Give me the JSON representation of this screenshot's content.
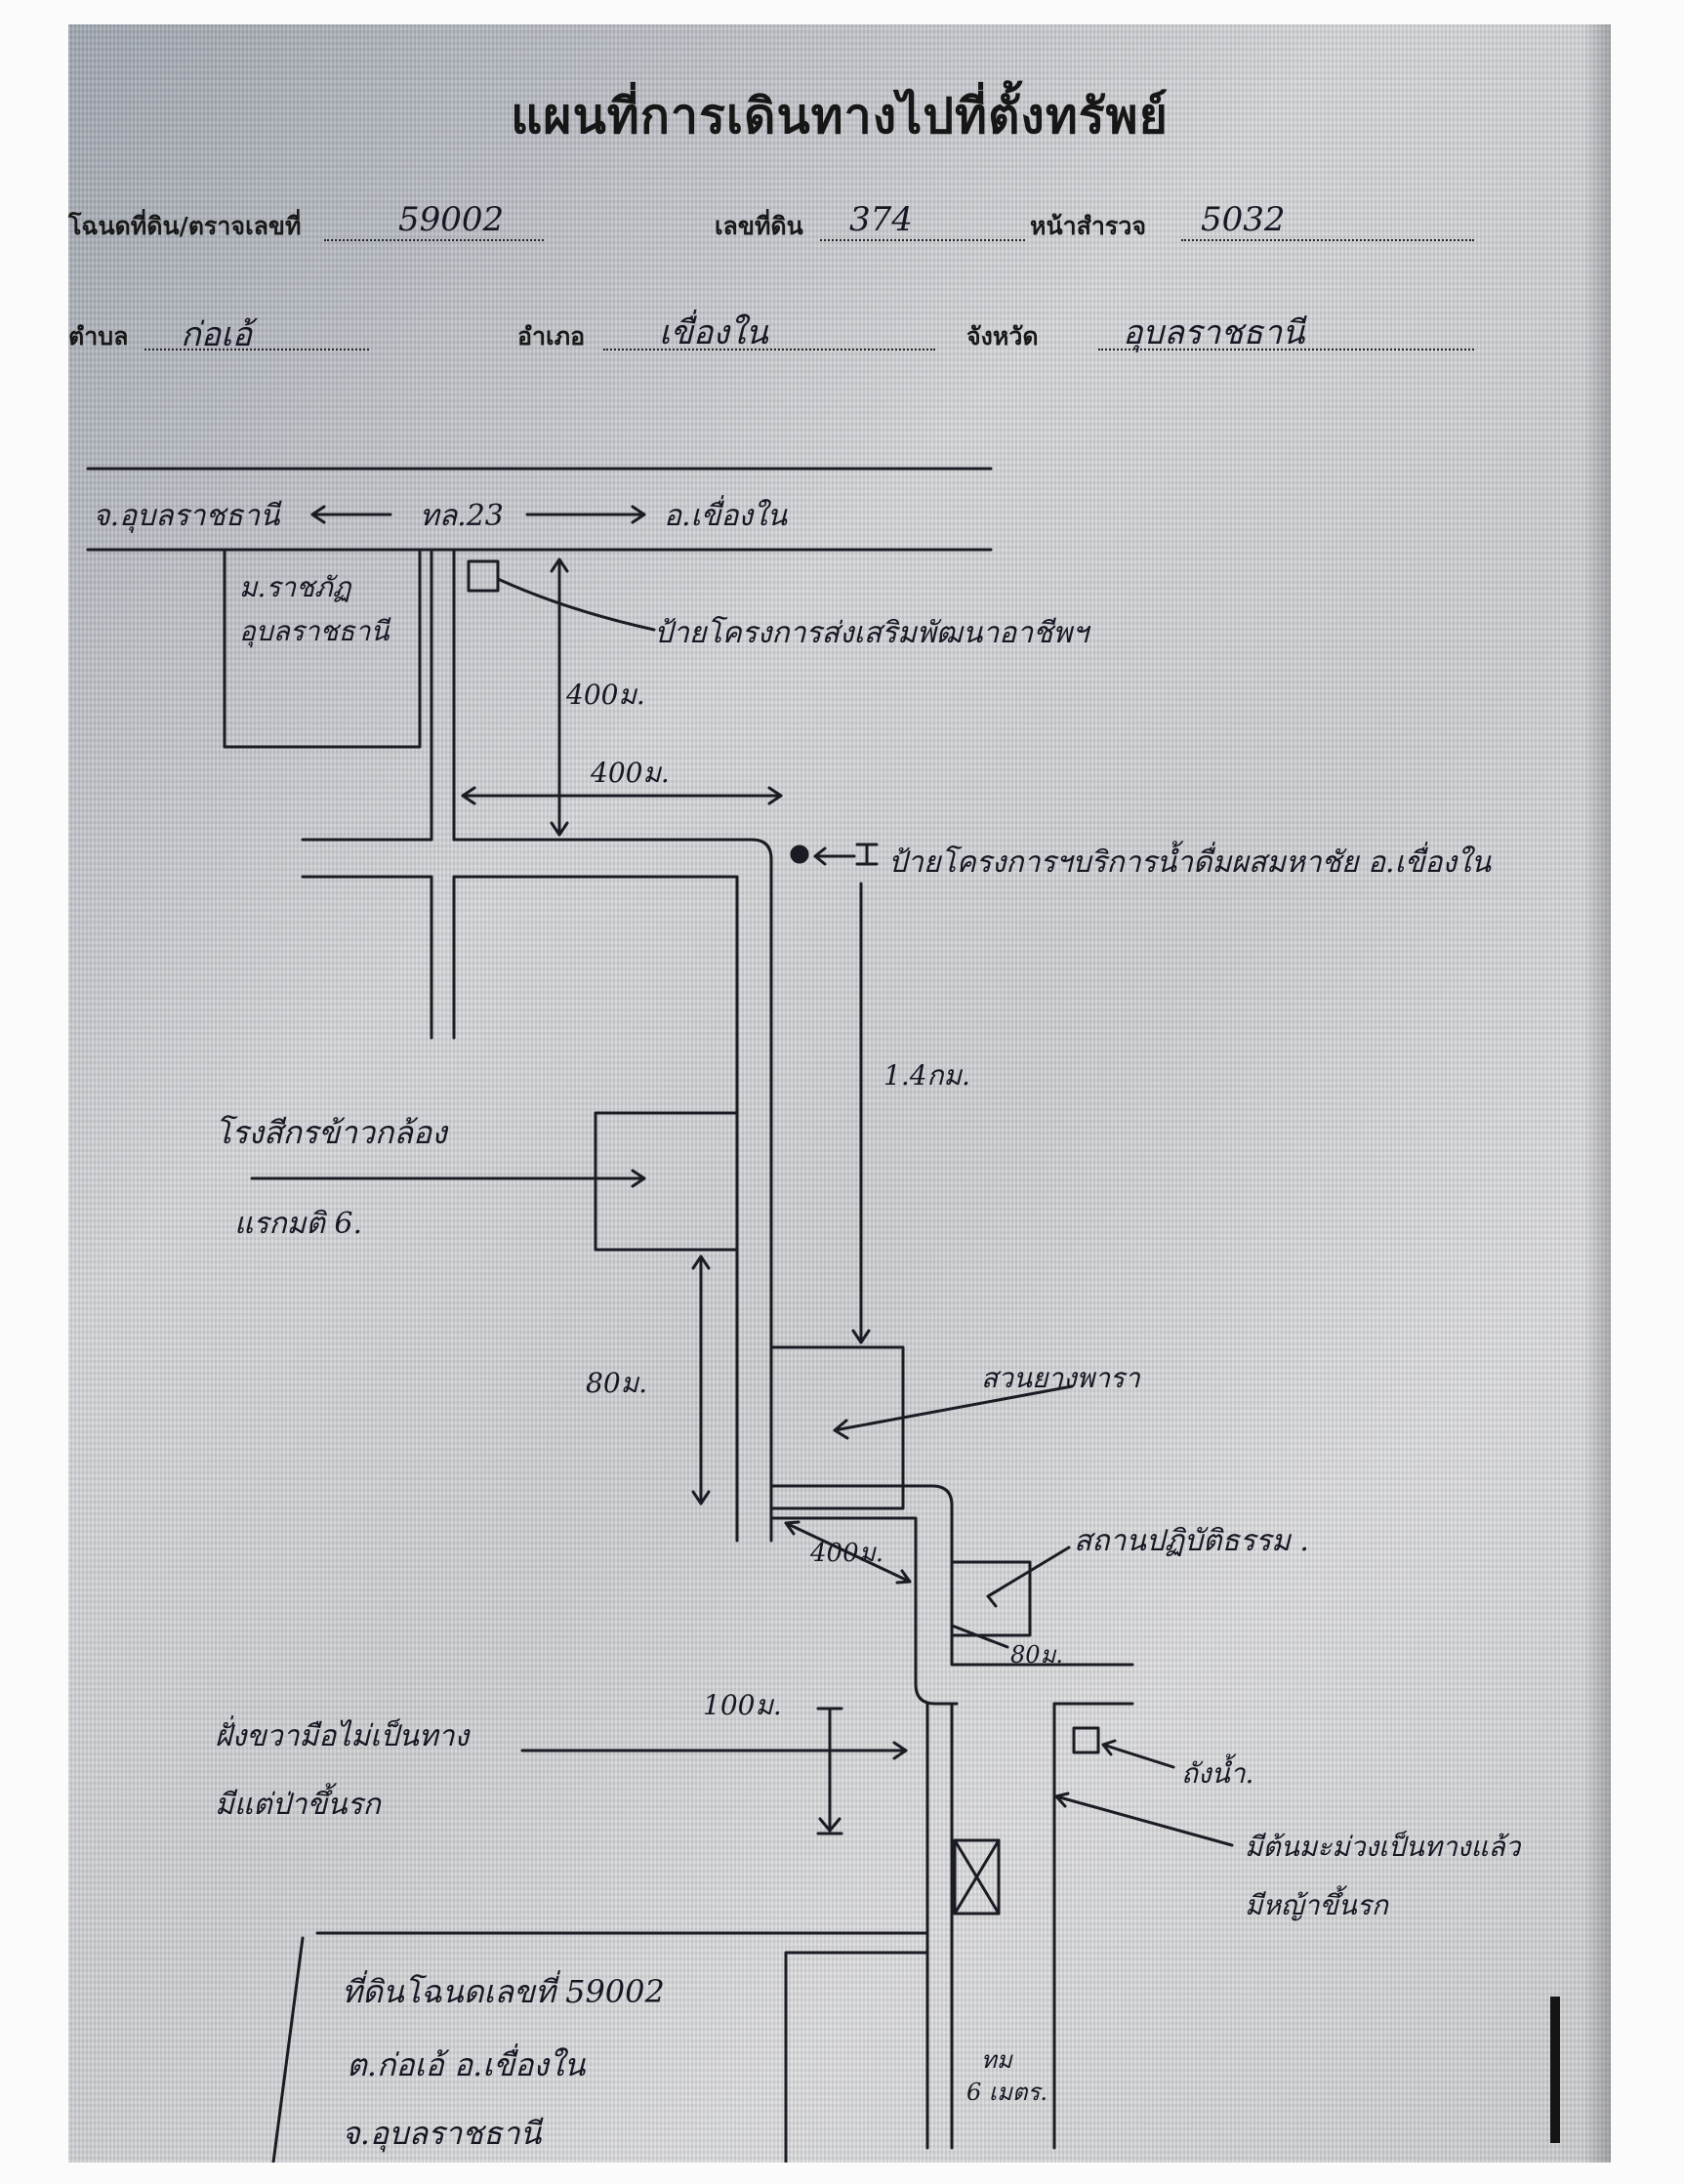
{
  "header": {
    "title": "แผนที่การเดินทางไปที่ตั้งทรัพย์",
    "deed_label": "โฉนดที่ดิน/ตราจเลขที่",
    "deed_value": "59002",
    "land_no_label": "เลขที่ดิน",
    "land_no_value": "374",
    "survey_label": "หน้าสำรวจ",
    "survey_value": "5032",
    "tambon_label": "ตำบล",
    "tambon_value": "ก่อเอ้",
    "amphoe_label": "อำเภอ",
    "amphoe_value": "เขื่องใน",
    "province_label": "จังหวัด",
    "province_value": "อุบลราชธานี"
  },
  "map": {
    "highway": {
      "left": "จ.อุบลราชธานี",
      "road": "ทล.23",
      "right": "อ.เขื่องใน"
    },
    "university": [
      "ม.ราชภัฏ",
      "อุบลราชธานี"
    ],
    "sign_1": "ป้ายโครงการส่งเสริมพัฒนาอาชีพฯ",
    "sign_2": "ป้ายโครงการฯบริการน้ำดื่มผสมหาชัย อ.เขื่องใน",
    "dist_400_v": "400ม.",
    "dist_400_h": "400ม.",
    "dist_1_4km": "1.4กม.",
    "rice_mill": [
      "โรงสีกรข้าวกล้อง",
      "แรกมติ 6."
    ],
    "dist_80_v": "80ม.",
    "rubber": "สวนยางพารา",
    "dist_400_d": "400ม.",
    "practice_hall": "สถานปฏิบัติธรรม .",
    "dist_80_d": "80ม.",
    "dist_100": "100ม.",
    "left_note": [
      "ฝั่งขวามือไม่เป็นทาง",
      "มีแต่ป่าขึ้นรก"
    ],
    "water_tank": "ถังน้ำ.",
    "right_note": [
      "มีต้นมะม่วงเป็นทางแล้ว",
      "มีหญ้าขึ้นรก"
    ],
    "parcel": [
      "ที่ดินโฉนดเลขที่ 59002",
      "ต.ก่อเอ้  อ.เขื่องใน",
      "จ.อุบลราชธานี"
    ],
    "road_width": [
      "ทม",
      "6 เมตร."
    ]
  }
}
